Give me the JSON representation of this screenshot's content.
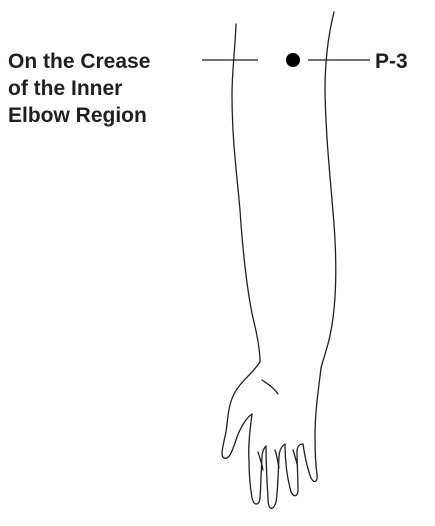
{
  "location_label": {
    "lines": [
      "On the Crease",
      "of the Inner",
      "Elbow Region"
    ]
  },
  "point": {
    "name": "P-3"
  },
  "colors": {
    "ink": "#231f20",
    "point": "#000000",
    "background": "#ffffff"
  }
}
